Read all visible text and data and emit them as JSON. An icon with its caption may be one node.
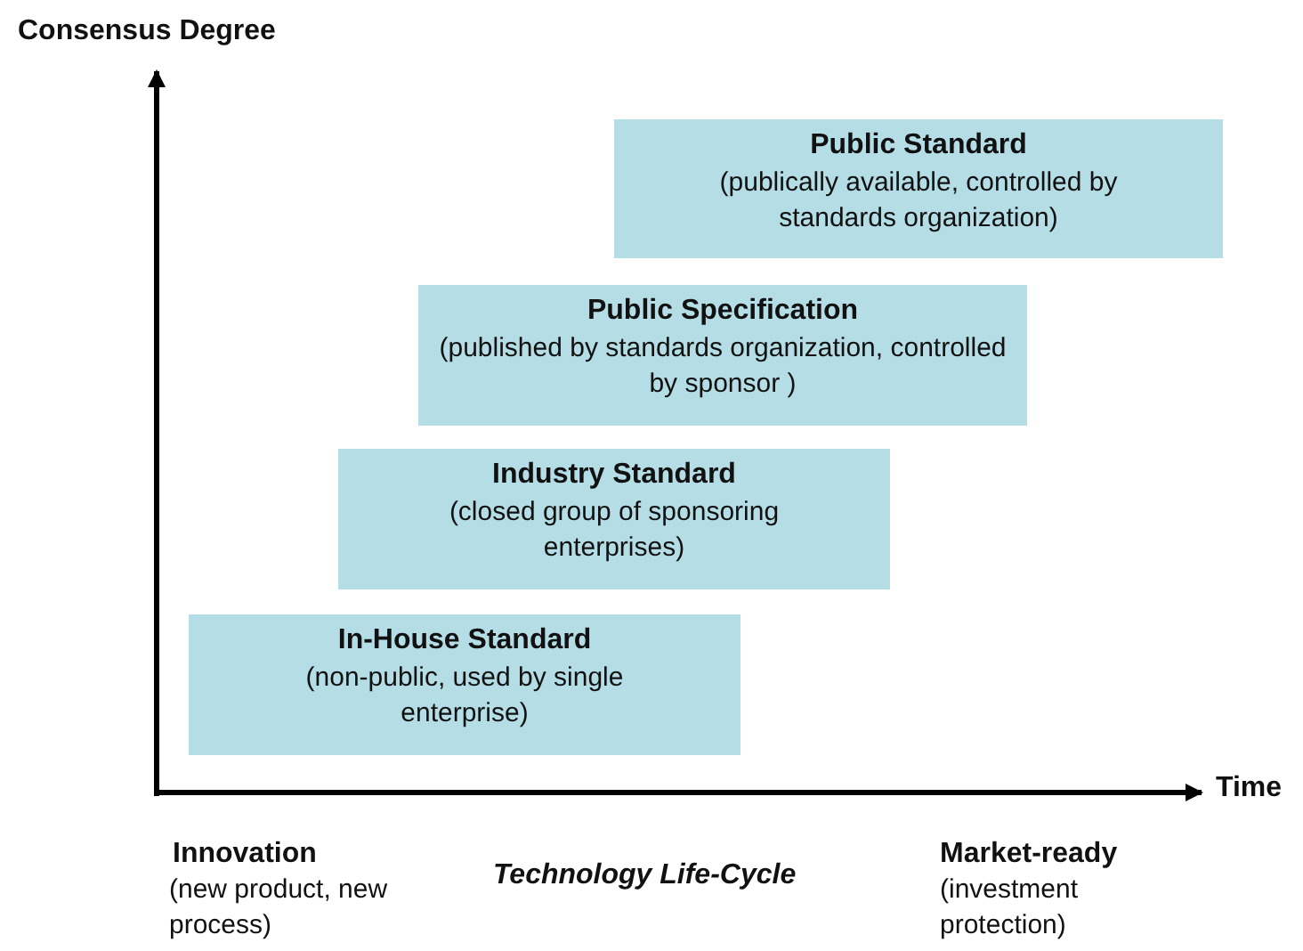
{
  "diagram": {
    "nodes": [
      {
        "text": [
          "Public Standard",
          "(publically available, controlled by standards organization)"
        ]
      },
      {
        "text": [
          "Public Specification",
          "(published by standards organization, controlled by sponsor )"
        ]
      },
      {
        "text": [
          "Industry Standard",
          "(closed group of sponsoring enterprises)"
        ]
      },
      {
        "text": [
          "In-House Standard",
          "(non-public, used by single enterprise)"
        ]
      }
    ],
    "labels": [
      "Consensus Degree",
      "Time",
      "Innovation",
      "(new product, new process)",
      "Technology Life-Cycle",
      "Market-ready",
      "(investment protection)"
    ]
  }
}
